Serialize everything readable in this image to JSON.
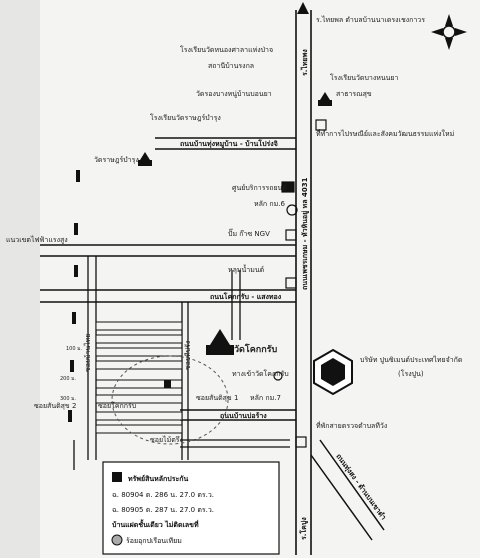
{
  "compass": {
    "label": "compass-rose"
  },
  "roads": {
    "main_north_south": "ถนนเพชรเกษม - หัวหินอยู่",
    "main_south": "ถนนเพชรเกษม - หัวหินอยู่ ทล 4031",
    "mid_east_west": "ถนนโคกกรับ - แสงทอง",
    "lower_east_west": "ถนนบ้านบ่อร้าง",
    "upper_east_west": "ถนนบ้านทุ่งหมูบ้าน - บ้านโปร่งจิ",
    "southeast_branch": "ถนนทุ่งสง - ด้านบนเขาดำ",
    "bottom_road": "ร.โคปูง",
    "top_road": "ร.ไทยพง"
  },
  "places": {
    "top_right_label": "ร.ไทยพล ตำบลบ้านนาเดรงเชงกาวร",
    "school_1": "โรงเรียนวัดหนองศาลาแห่งป่าจ",
    "school_1_sub": "สถานีบ้านรงกล",
    "temple_1": "วัดรองบางหนู่บ้านบอนยา",
    "school_2": "โรงเรียนวัดบางหนนยา",
    "school_2_sub": "สาธารณสุข",
    "office_1": "ที่ทำการไปรษณีย์และสังคมวัฒนธรรมแห่งใหม่",
    "school_3": "โรงเรียนวัดราษฎร์บำรุง",
    "temple_2": "วัดราษฎร์บำรุง",
    "service": "ศูนย์บริการรถยนต์",
    "km6": "หลัก กม.6",
    "ngv": "ปั๊ม ก๊าซ NGV",
    "pond": "หลุมน้ำมนต์",
    "km7": "หลัก กม.7",
    "temple_3": "วัดโคกกรับ",
    "temple_3_path": "ทางเข้าวัดโคกกรับ",
    "police": "ที่พักสายตรวจตำบลทีวัง",
    "company": "บริษัท ปูนซิเมนต์ประเทศไทยจำกัด",
    "company_sub": "(โรงปูน)",
    "powerline": "แนวเขตไฟฟ้าแรงสูง",
    "soi_1": "ซอยบ้านไทย",
    "soi_2": "ซอยโคกกรับ",
    "soi_3": "ซอยทีปรัง",
    "soi_4": "ซอยไม้ตรึง",
    "soi_5": "ซอยสันติสุข 1",
    "soi_6": "ซอยสันติสุข 2",
    "dist_1": "100 ม.",
    "dist_2": "200 ม.",
    "dist_3": "300 ม."
  },
  "legend": {
    "title": "ทรัพย์สินหลักประกัน",
    "line1": "ฉ. 80904 ต. 286 น. 27.0 ตร.ว.",
    "line2": "ฉ. 80905 ต. 287 น. 27.0 ตร.ว.",
    "line3": "บ้านแฝดชั้นเดียว ไม่ติดเลขที่",
    "line4": "ร้อยอุกปเรือนเทียม"
  }
}
